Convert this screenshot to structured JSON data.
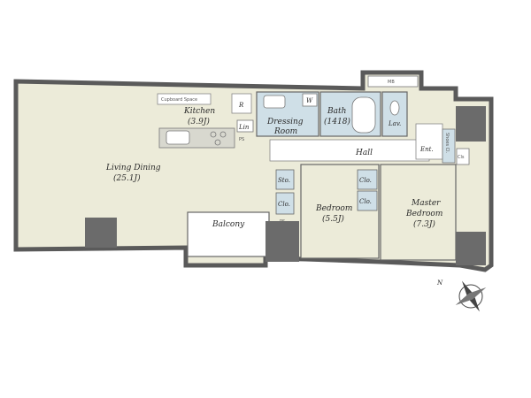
{
  "rooms": {
    "kitchen_name": "Kitchen",
    "kitchen_size": "(3.9J)",
    "living_name": "Living Dining",
    "living_size": "(25.1J)",
    "dressing_line1": "Dressing",
    "dressing_line2": "Room",
    "bath_name": "Bath",
    "bath_size": "(1418)",
    "lav": "Lav.",
    "hall": "Hall",
    "ent": "Ent.",
    "shoes_cl": "Shoes Cl.",
    "bedroom_name": "Bedroom",
    "bedroom_size": "(5.5J)",
    "master_line1": "Master",
    "master_line2": "Bedroom",
    "master_size": "(7.3J)",
    "balcony": "Balcony"
  },
  "fixtures": {
    "cupboard_space": "Cupboard Space",
    "refrigerator": "R",
    "linen": "Lin",
    "washer": "W",
    "ps": "PS",
    "storage": "Sto.",
    "closet": "Clo.",
    "mb": "MB",
    "cls": "Cls"
  },
  "compass": {
    "north": "N"
  },
  "colors": {
    "floor": "#ecebd9",
    "wet_area": "#cfdfe7",
    "wall": "#555555",
    "closet": "#d0dfe8"
  }
}
